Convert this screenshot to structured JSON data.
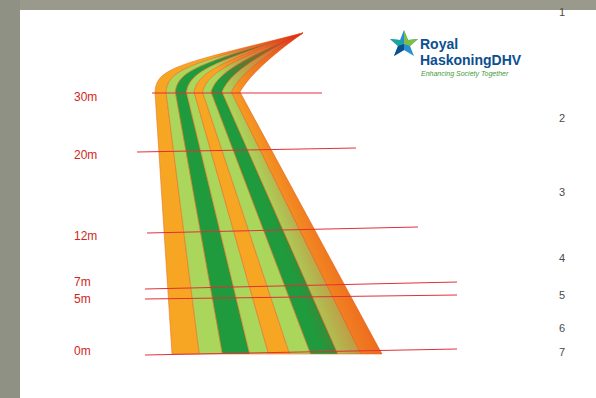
{
  "diagram": {
    "labels": [
      "30m",
      "20m",
      "12m",
      "7m",
      "5m",
      "0m",
      "1",
      "2",
      "3",
      "4",
      "5",
      "6",
      "7",
      "Royal HaskoningDHV",
      "Enhancing Society Together"
    ]
  }
}
